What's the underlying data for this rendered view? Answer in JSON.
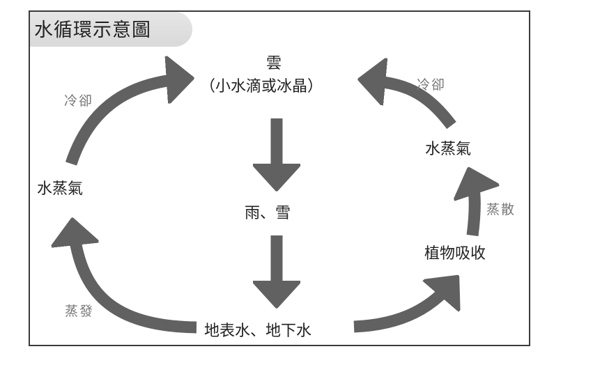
{
  "title": "水循環示意圖",
  "nodes": {
    "cloud_name": "雲",
    "cloud_detail": "（小水滴或冰晶）",
    "vapor_left": "水蒸氣",
    "vapor_right": "水蒸氣",
    "precipitation": "雨、雪",
    "ground_water": "地表水、地下水",
    "plant_absorption": "植物吸收"
  },
  "processes": {
    "condensation_left": "冷卻",
    "condensation_right": "冷卻",
    "evaporation": "蒸發",
    "transpiration": "蒸散"
  },
  "edges": [
    {
      "from": "vapor_left",
      "to": "cloud",
      "label": "冷卻"
    },
    {
      "from": "cloud",
      "to": "precipitation",
      "label": ""
    },
    {
      "from": "precipitation",
      "to": "ground_water",
      "label": ""
    },
    {
      "from": "ground_water",
      "to": "vapor_left",
      "label": "蒸發"
    },
    {
      "from": "ground_water",
      "to": "plant_absorption",
      "label": ""
    },
    {
      "from": "plant_absorption",
      "to": "vapor_right",
      "label": "蒸散"
    },
    {
      "from": "vapor_right",
      "to": "cloud",
      "label": "冷卻"
    }
  ],
  "colors": {
    "arrow": "#616161",
    "title_tab": "#dedede",
    "frame": "#3a3a3a",
    "text": "#222222",
    "process_text": "#777777"
  }
}
